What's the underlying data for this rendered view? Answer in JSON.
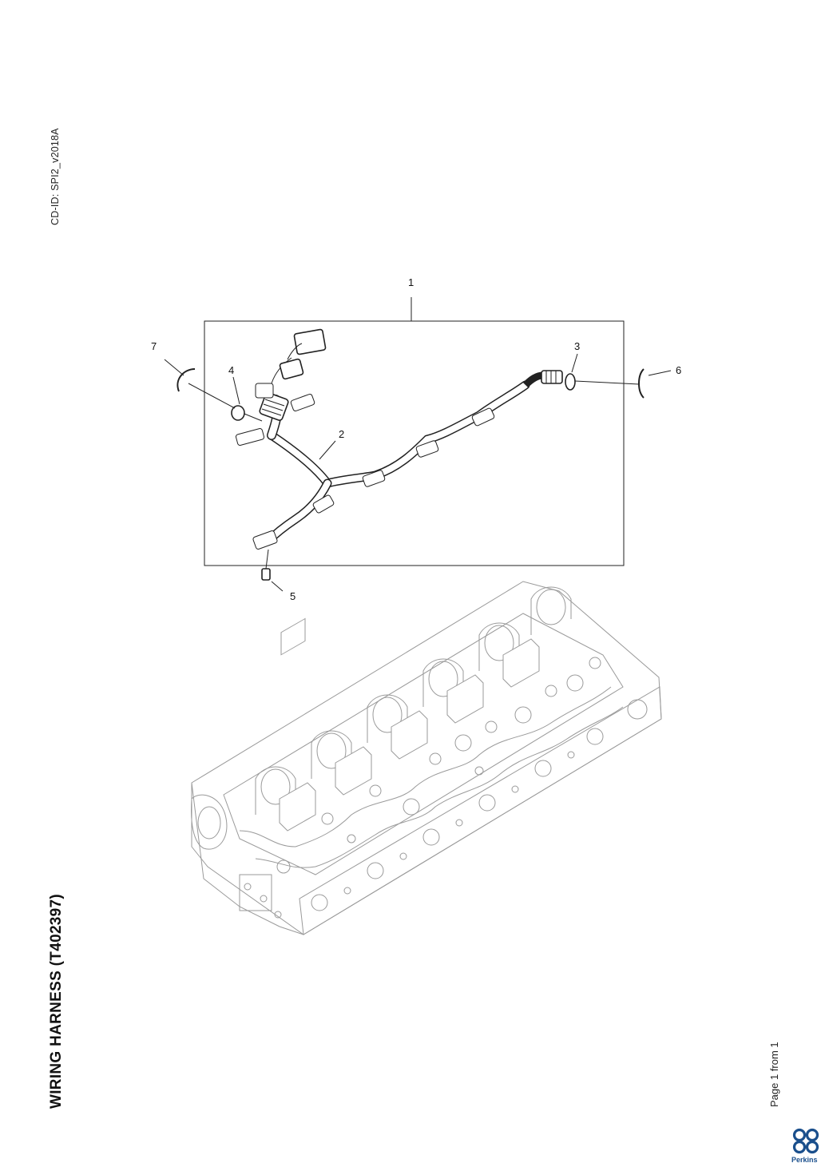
{
  "document": {
    "cd_id": "CD-ID: SPI2_v2018A",
    "title": "WIRING HARNESS (T402397)",
    "page_label": "Page 1 from 1",
    "brand": "Perkins"
  },
  "callouts": [
    {
      "id": "1",
      "label": "1"
    },
    {
      "id": "2",
      "label": "2"
    },
    {
      "id": "3",
      "label": "3"
    },
    {
      "id": "4",
      "label": "4"
    },
    {
      "id": "5",
      "label": "5"
    },
    {
      "id": "6",
      "label": "6"
    },
    {
      "id": "7",
      "label": "7"
    }
  ],
  "icons": {
    "logo": "perkins-logo-icon"
  },
  "colors": {
    "text": "#111111",
    "engine_outline": "#9a9a9a",
    "brand_blue": "#1a4f8c"
  }
}
